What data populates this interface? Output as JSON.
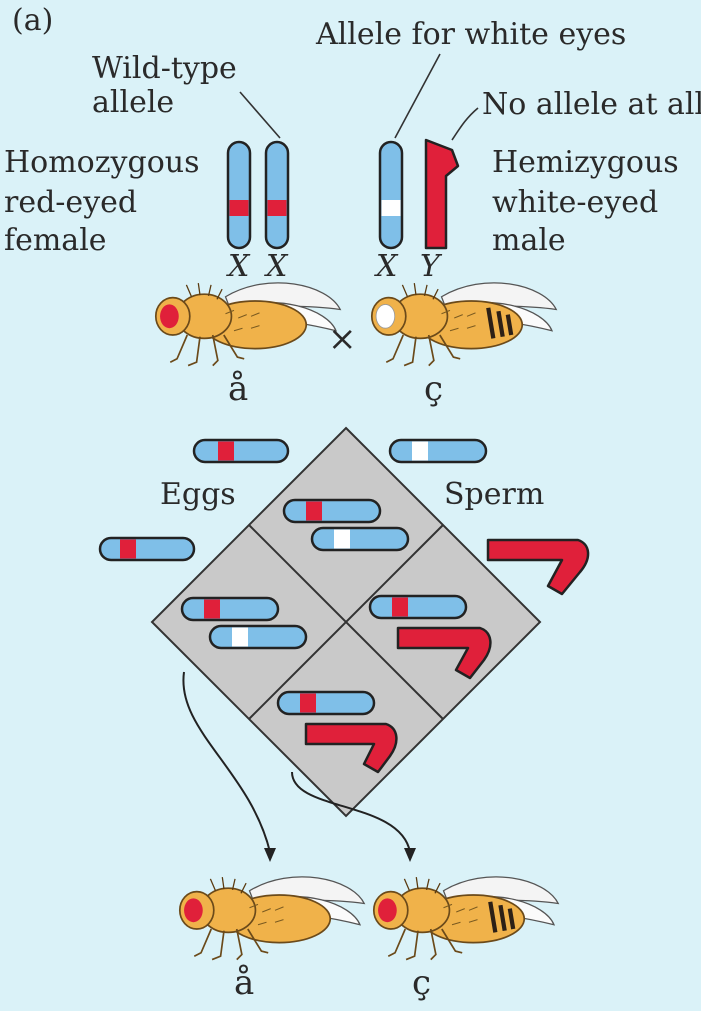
{
  "panel_label": "(a)",
  "labels": {
    "wild_type": [
      "Wild-type",
      "allele"
    ],
    "white_allele": "Allele for white eyes",
    "no_allele": "No allele at all",
    "female": [
      "Homozygous",
      "red-eyed",
      "female"
    ],
    "male": [
      "Hemizygous",
      "white-eyed",
      "male"
    ],
    "chromosomes": [
      "X",
      "X",
      "X",
      "Y"
    ],
    "cross_symbol": "×",
    "eggs": "Eggs",
    "sperm": "Sperm",
    "parent_sexes": [
      "å",
      "ç"
    ],
    "offspring_sexes": [
      "å",
      "ç"
    ]
  },
  "colors": {
    "background": "#daf2f8",
    "chromosome_blue": "#7fbfe8",
    "allele_red": "#e0203a",
    "allele_white": "#ffffff",
    "y_chromosome": "#e0203a",
    "punnett_fill": "#c9c9c9",
    "fly_body": "#f0b24a",
    "fly_stripe": "#2c2016"
  },
  "punnett": {
    "eggs": [
      "X (red)",
      "X (red)"
    ],
    "sperm": [
      "X (white)",
      "Y"
    ],
    "cells": [
      {
        "genotype": "X(red) X(white)",
        "offspring": "red-eyed female"
      },
      {
        "genotype": "X(red) Y",
        "offspring": "red-eyed male"
      },
      {
        "genotype": "X(red) X(white)",
        "offspring": "red-eyed female"
      },
      {
        "genotype": "X(red) Y",
        "offspring": "red-eyed male"
      }
    ]
  }
}
